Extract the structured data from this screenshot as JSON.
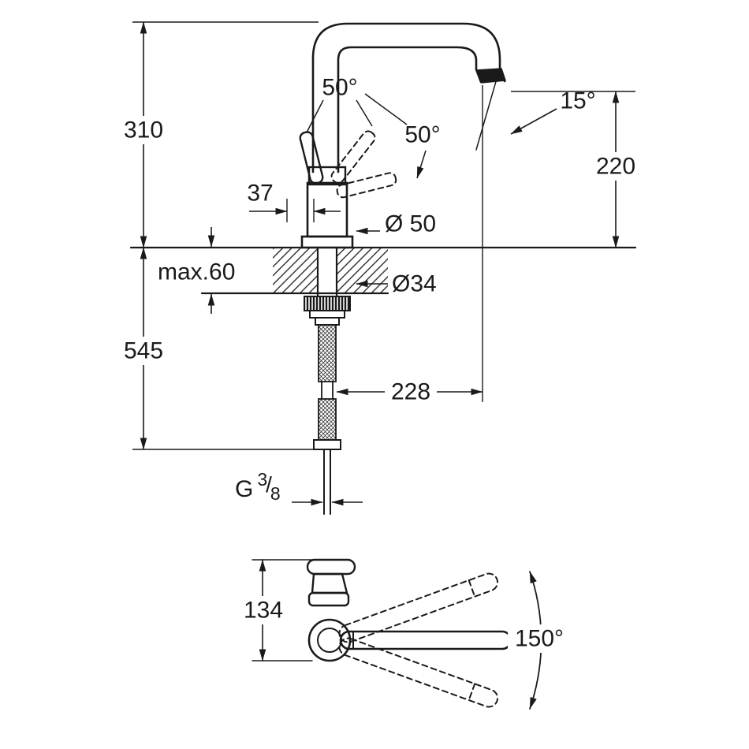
{
  "drawing": {
    "type": "technical-dimension-drawing",
    "subject": "kitchen-sink-mixer-faucet",
    "colors": {
      "line": "#1a1a1a",
      "background": "#ffffff"
    },
    "front_view": {
      "height_total": "310",
      "height_below": "545",
      "handle_angle_left": "50°",
      "handle_angle_right": "50°",
      "spout_angle": "15°",
      "spout_height": "220",
      "handle_offset": "37",
      "base_diameter": "Ø 50",
      "max_mounting_thickness": "max.60",
      "hole_diameter": "Ø34",
      "spout_reach": "228",
      "thread": {
        "g": "G",
        "numerator": "3",
        "slash": "/",
        "denominator": "8"
      }
    },
    "top_view": {
      "body_height": "134",
      "swivel_angle": "150°"
    }
  }
}
